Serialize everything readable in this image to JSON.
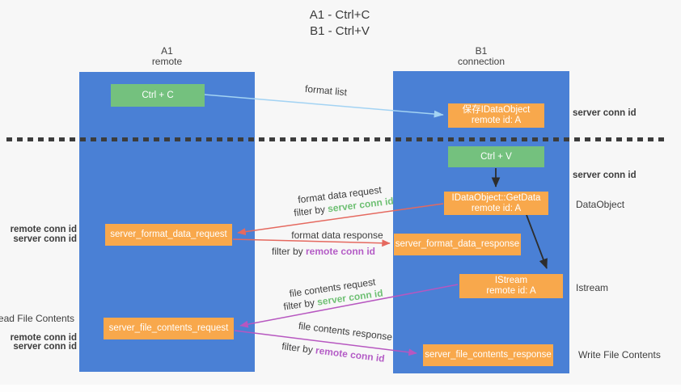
{
  "title": {
    "line1": "A1 - Ctrl+C",
    "line2": "B1 - Ctrl+V"
  },
  "lifelines": {
    "a1": {
      "name": "A1",
      "role": "remote"
    },
    "b1": {
      "name": "B1",
      "role": "connection"
    }
  },
  "boxes": {
    "ctrl_c": "Ctrl + C",
    "ctrl_v": "Ctrl + V",
    "save_idataobject": {
      "line1": "保存IDataObject",
      "line2": "remote id: A"
    },
    "getdata": {
      "line1": "IDataObject::GetData",
      "line2": "remote id: A"
    },
    "istream": {
      "line1": "IStream",
      "line2": "remote id: A"
    },
    "format_request": "server_format_data_request",
    "format_response": "server_format_data_response",
    "file_request": "server_file_contents_request",
    "file_response": "server_file_contents_response"
  },
  "flow_labels": {
    "format_list": "format list",
    "format_data_request": "format data request",
    "format_data_response": "format data response",
    "file_contents_request": "file contents request",
    "file_contents_response": "file contents response",
    "filter_by": "filter by ",
    "server_conn_id": "server conn id",
    "remote_conn_id": "remote conn id"
  },
  "side_labels": {
    "right_top_conn": "server conn id",
    "right_mid_conn": "server conn id",
    "dataobject": "DataObject",
    "istream": "Istream",
    "write_file": "Write File Contents",
    "read_file": "Read File Contents",
    "left_remote_conn": "remote conn id",
    "left_server_conn": "server conn id"
  },
  "colors": {
    "lifeline_blue": "#4a80d5",
    "action_green": "#74c17e",
    "message_orange": "#f8a84c",
    "request_red": "#e5695f",
    "contents_magenta": "#b757c0",
    "format_list_blue": "#a3d3f3",
    "black_arrow": "#2d2d2d",
    "server_conn_green": "#6fc074",
    "remote_conn_purple": "#b45cc6",
    "text_dark": "#3d3d3d",
    "background": "#f7f7f7"
  }
}
